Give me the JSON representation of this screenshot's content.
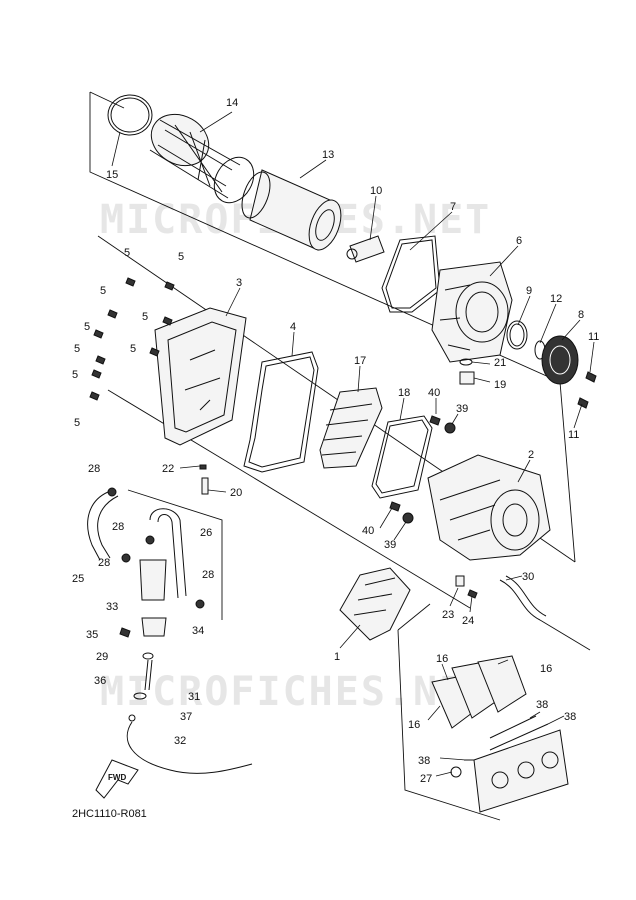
{
  "watermark_top": "MICROFICHES.NET",
  "watermark_bottom": "MICROFICHES.NET",
  "diagram_code": "2HC1110-R081",
  "fwd_label": "FWD",
  "callouts": {
    "c1": "1",
    "c2": "2",
    "c3": "3",
    "c4": "4",
    "c5": "5",
    "c6": "6",
    "c7": "7",
    "c8": "8",
    "c9": "9",
    "c10": "10",
    "c11": "11",
    "c12": "12",
    "c13": "13",
    "c14": "14",
    "c15": "15",
    "c16": "16",
    "c17": "17",
    "c18": "18",
    "c19": "19",
    "c20": "20",
    "c21": "21",
    "c22": "22",
    "c23": "23",
    "c24": "24",
    "c25": "25",
    "c26": "26",
    "c27": "27",
    "c28": "28",
    "c29": "29",
    "c30": "30",
    "c31": "31",
    "c32": "32",
    "c33": "33",
    "c34": "34",
    "c35": "35",
    "c36": "36",
    "c37": "37",
    "c38": "38",
    "c39": "39",
    "c40": "40"
  }
}
